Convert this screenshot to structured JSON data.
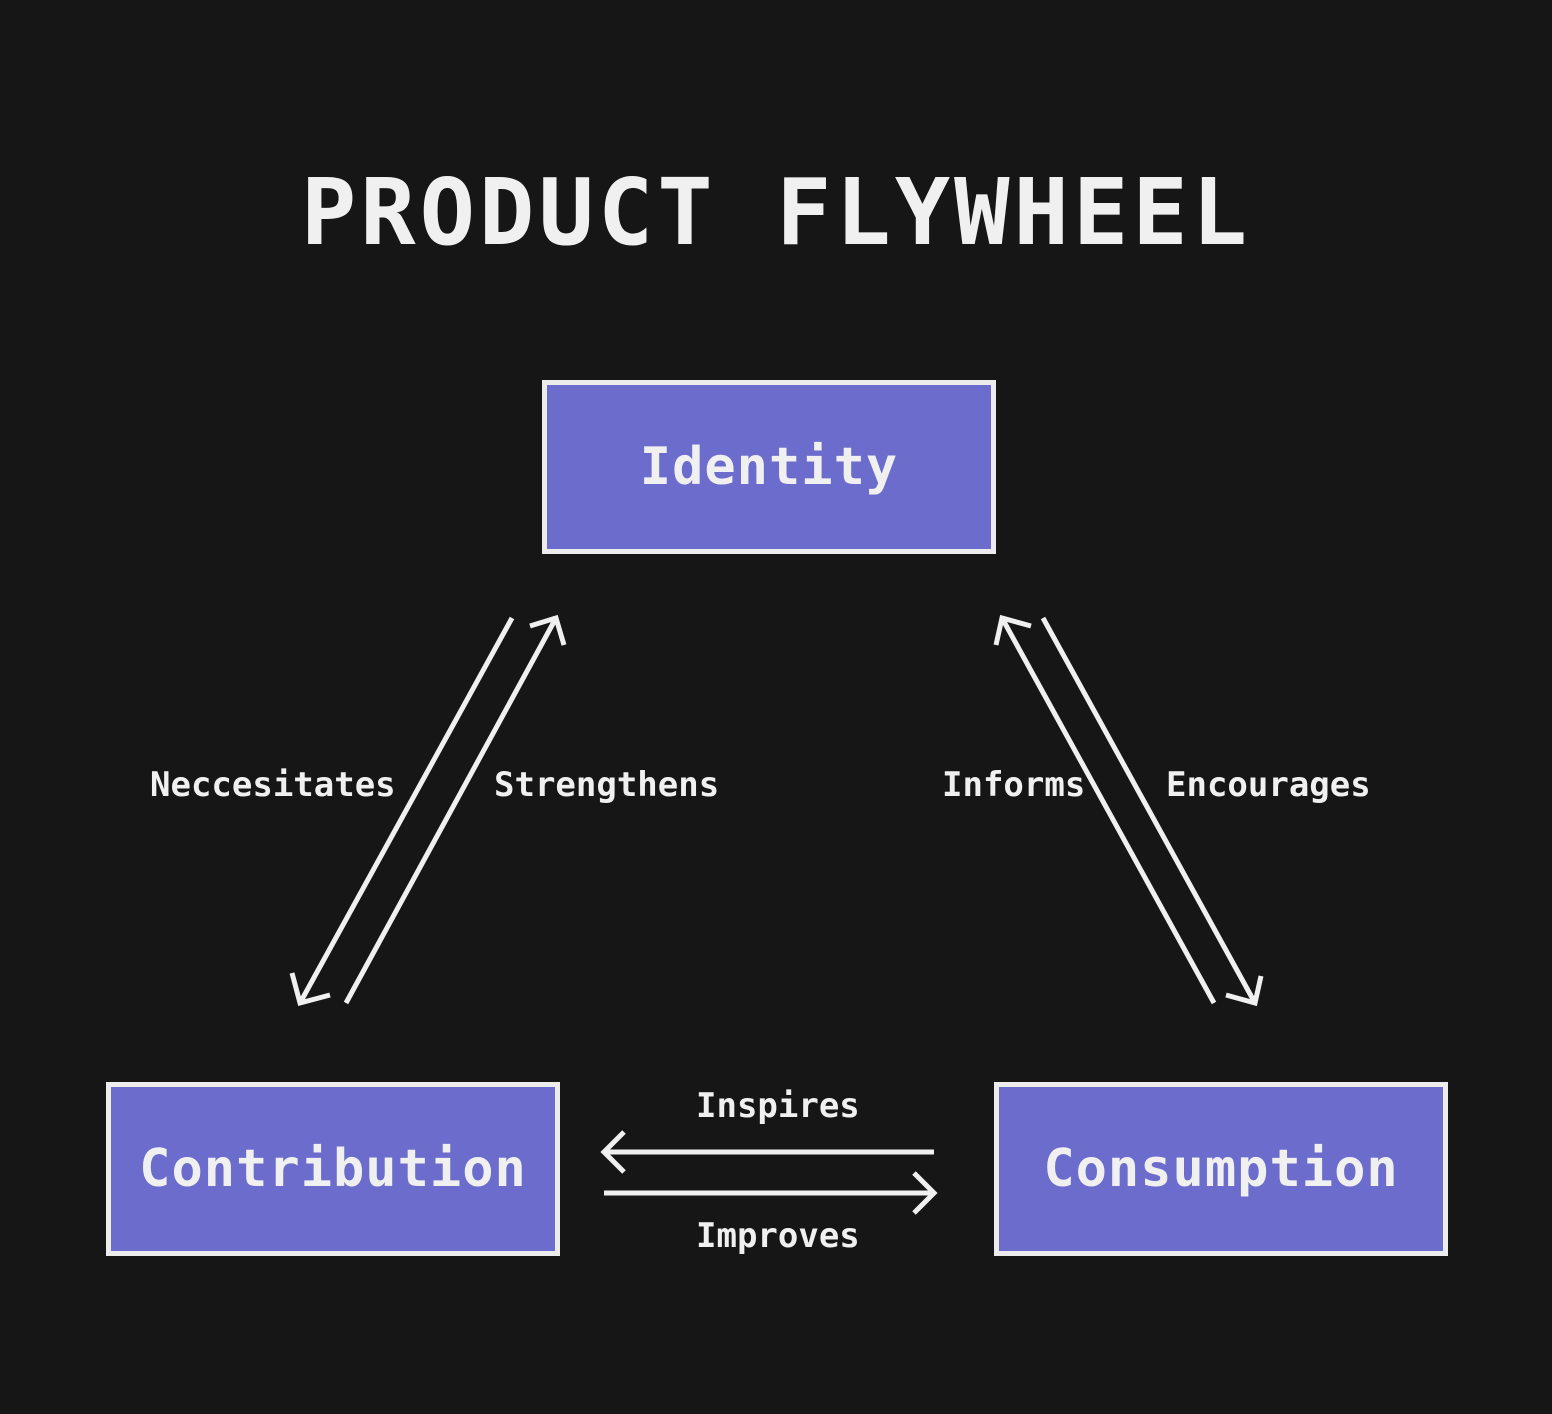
{
  "title": "PRODUCT FLYWHEEL",
  "colors": {
    "background": "#161616",
    "node_fill": "#6b6ccc",
    "node_border": "#ececec",
    "text": "#f0f0f0",
    "arrow": "#f0f0f0"
  },
  "nodes": {
    "identity": "Identity",
    "contribution": "Contribution",
    "consumption": "Consumption"
  },
  "edges": {
    "identity_to_contribution": "Neccesitates",
    "contribution_to_identity": "Strengthens",
    "consumption_to_identity": "Informs",
    "identity_to_consumption": "Encourages",
    "consumption_to_contribution": "Inspires",
    "contribution_to_consumption": "Improves"
  }
}
